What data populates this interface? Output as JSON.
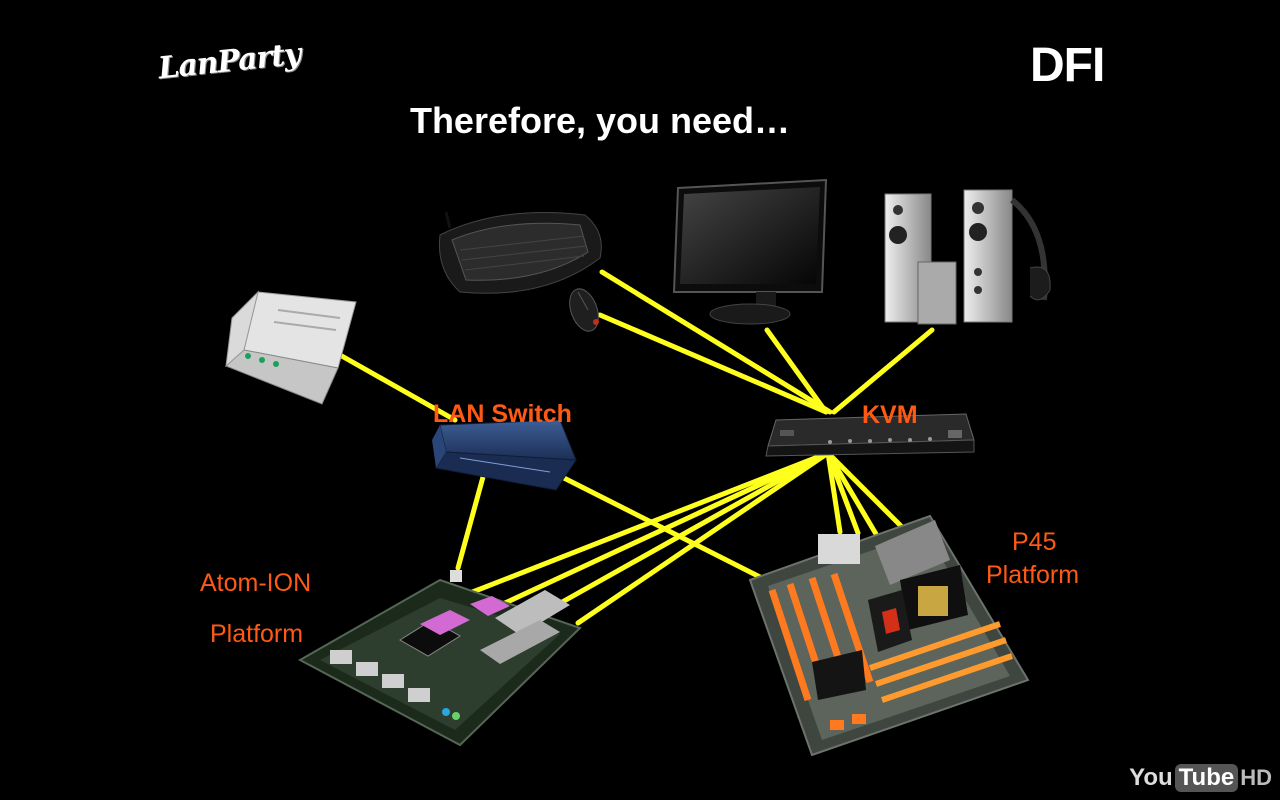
{
  "logos": {
    "left": "LanParty",
    "right": "DFI"
  },
  "title": "Therefore, you need…",
  "labels": {
    "lan_switch": "LAN Switch",
    "kvm": "KVM",
    "atom_line1": "Atom-ION",
    "atom_line2": "Platform",
    "p45_line1": "P45",
    "p45_line2": "Platform"
  },
  "watermark": {
    "you": "You",
    "tube": "Tube",
    "hd": "HD"
  },
  "colors": {
    "background": "#000000",
    "cable": "#ffff1e",
    "label": "#ff5a14"
  }
}
